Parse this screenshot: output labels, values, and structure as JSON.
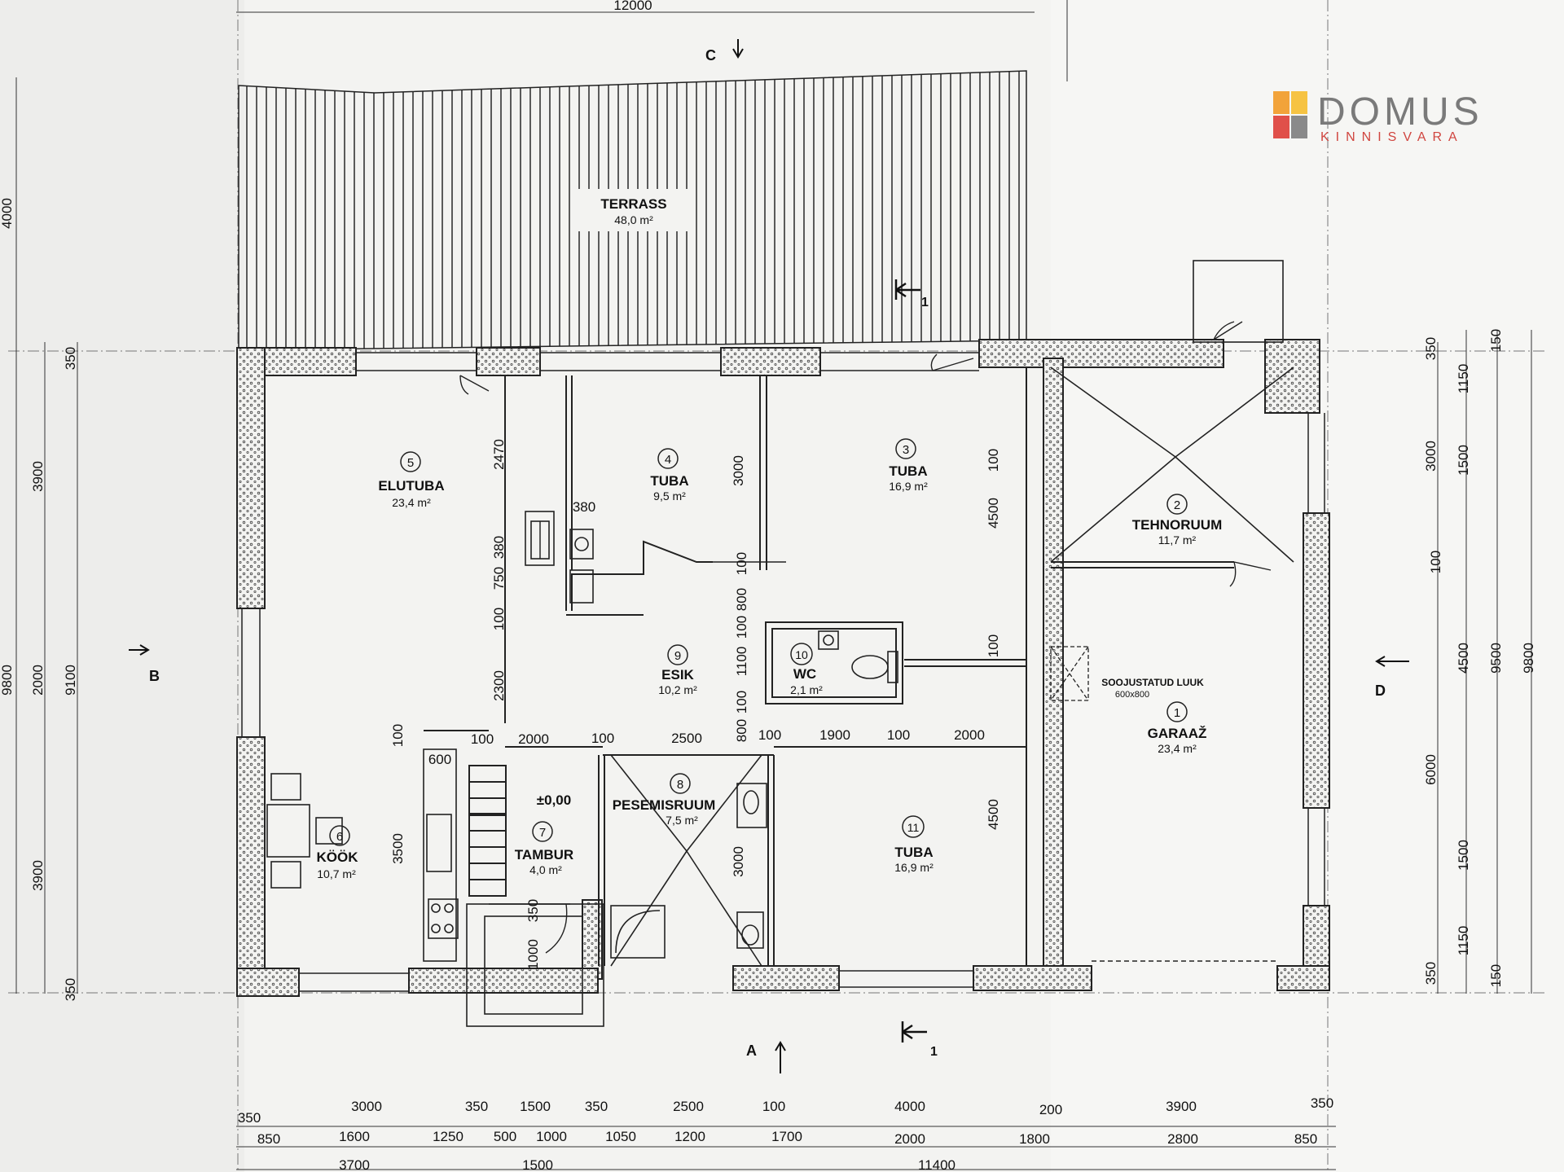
{
  "logo": {
    "title": "DOMUS",
    "subtitle": "KINNISVARA",
    "colors": {
      "orange": "#f2a33a",
      "red": "#e0504a",
      "yellow": "#f6c343",
      "grey": "#8a8a8a"
    }
  },
  "rooms": {
    "terrace": {
      "name": "TERRASS",
      "area": "48,0 m²"
    },
    "r1": {
      "number": "1",
      "name": "GARAAŽ",
      "area": "23,4 m²"
    },
    "r2": {
      "number": "2",
      "name": "TEHNORUUM",
      "area": "11,7 m²"
    },
    "r3": {
      "number": "3",
      "name": "TUBA",
      "area": "16,9 m²"
    },
    "r4": {
      "number": "4",
      "name": "TUBA",
      "area": "9,5 m²"
    },
    "r5": {
      "number": "5",
      "name": "ELUTUBA",
      "area": "23,4 m²"
    },
    "r6": {
      "number": "6",
      "name": "KÖÖK",
      "area": "10,7 m²"
    },
    "r7": {
      "number": "7",
      "name": "TAMBUR",
      "area": "4,0 m²"
    },
    "r8": {
      "number": "8",
      "name": "PESEMISRUUM",
      "area": "7,5 m²"
    },
    "r9": {
      "number": "9",
      "name": "ESIK",
      "area": "10,2 m²"
    },
    "r10": {
      "number": "10",
      "name": "WC",
      "area": "2,1 m²"
    },
    "r11": {
      "number": "11",
      "name": "TUBA",
      "area": "16,9 m²"
    }
  },
  "annotations": {
    "hatch_note_1": "SOOJUSTATUD LUUK",
    "hatch_note_2": "600x800",
    "level": "±0,00",
    "view_a": "A",
    "view_b": "B",
    "view_c": "C",
    "view_d": "D",
    "section_top": "1",
    "section_bottom": "1"
  },
  "dimensions": {
    "top_total": "12000",
    "left_outer": [
      "4000",
      "9800"
    ],
    "left_middle": [
      "350",
      "3900",
      "2000",
      "3900",
      "350"
    ],
    "left_inner": "9100",
    "right_inner": [
      "350",
      "1150",
      "1500",
      "100",
      "4500",
      "1500",
      "1150",
      "350"
    ],
    "right_mid": [
      "3000",
      "6000"
    ],
    "right_outer": [
      "150",
      "9500",
      "9800",
      "150"
    ],
    "bottom_row1": [
      "350",
      "3000",
      "350",
      "1500",
      "350",
      "2500",
      "100",
      "4000",
      "200",
      "3900",
      "350"
    ],
    "bottom_row2": [
      "850",
      "1600",
      "1250",
      "500",
      "1000",
      "1050",
      "1200",
      "1700",
      "2000",
      "1800",
      "2800",
      "850"
    ],
    "bottom_row3": [
      "3700",
      "1500",
      "11400"
    ],
    "interior": {
      "d2470": "2470",
      "d380a": "380",
      "d380b": "380",
      "d750": "750",
      "d100a": "100",
      "d2300": "2300",
      "d3000a": "3000",
      "d4500a": "4500",
      "d100b": "100",
      "d800a": "800",
      "d100c": "100",
      "d1100": "1100",
      "d100d": "100",
      "d800b": "800",
      "d100e": "100",
      "d100f": "100",
      "d1900": "1900",
      "d100g": "100",
      "d2000a": "2000",
      "d100h": "100",
      "d2000b": "2000",
      "d100i": "100",
      "d2500": "2500",
      "d100j": "100",
      "d600": "600",
      "d3500": "3500",
      "d3000b": "3000",
      "d4500b": "4500",
      "d350": "350",
      "d1000": "1000",
      "d100k": "100"
    }
  }
}
